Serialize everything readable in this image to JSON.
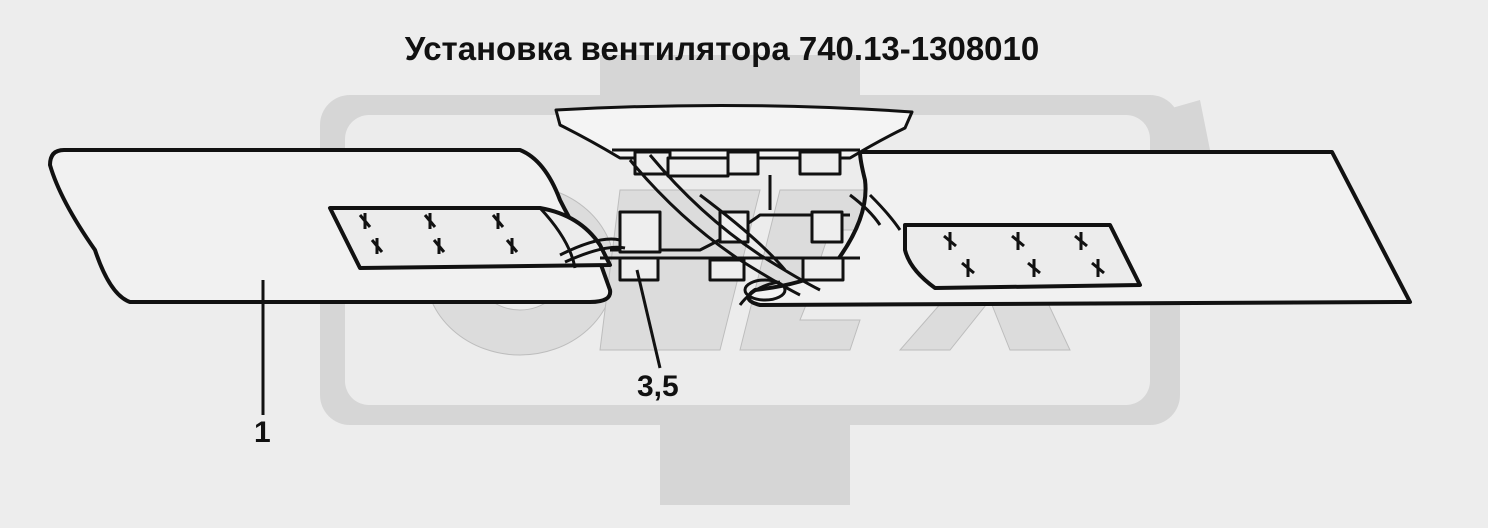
{
  "title": "Установка вентилятора 740.13-1308010",
  "callouts": [
    {
      "id": "1",
      "label": "1"
    },
    {
      "id": "3,5",
      "label": "3,5"
    }
  ],
  "watermark": {
    "text": "OPEX",
    "color": "#d2d2d2"
  },
  "colors": {
    "background": "#ededed",
    "line": "#111111",
    "watermark_fill": "#d6d6d6"
  }
}
